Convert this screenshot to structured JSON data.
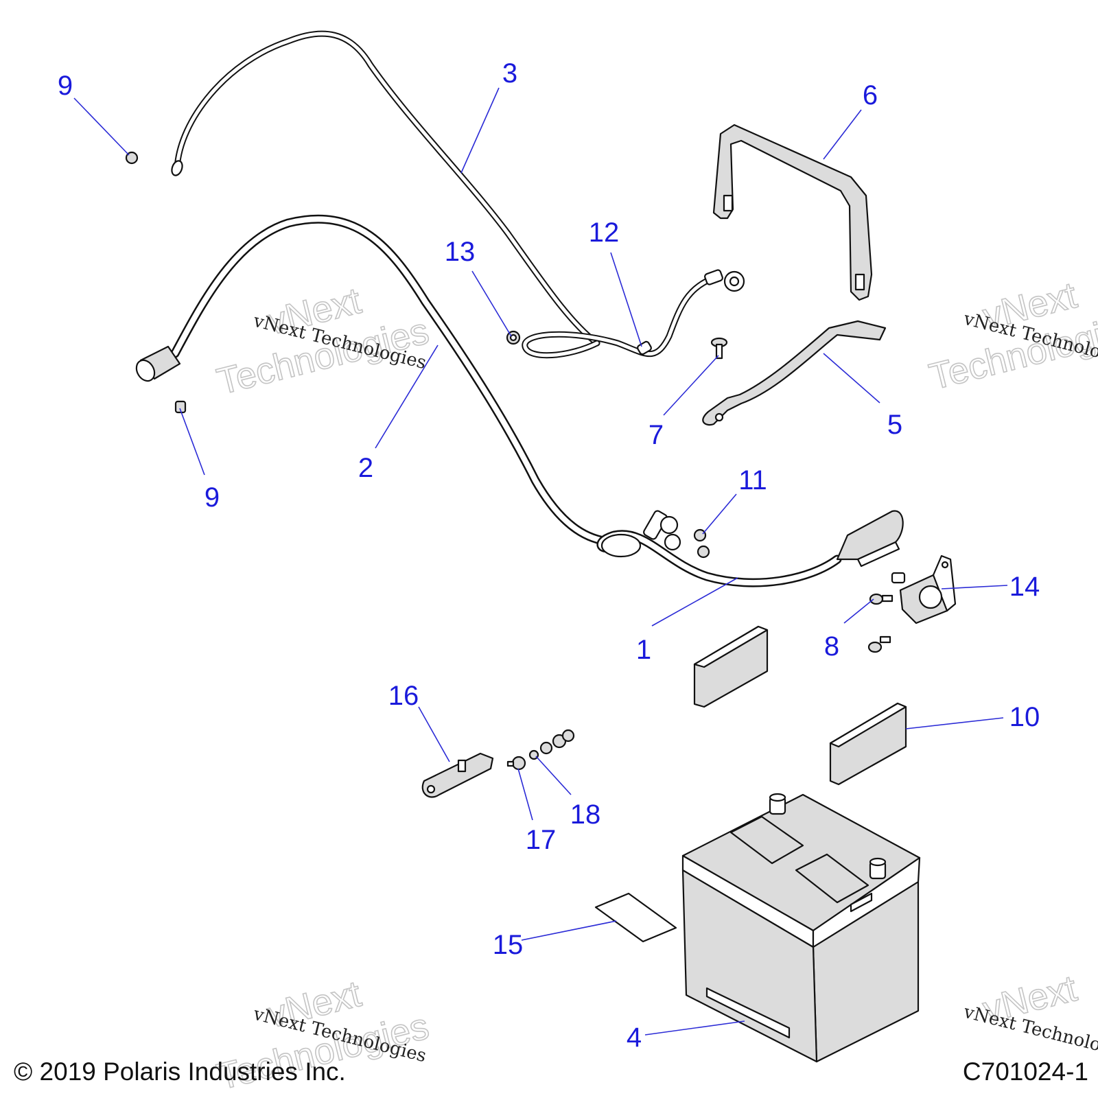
{
  "callouts": {
    "c1": "1",
    "c2": "2",
    "c3": "3",
    "c4": "4",
    "c5": "5",
    "c6": "6",
    "c7": "7",
    "c8": "8",
    "c9a": "9",
    "c9b": "9",
    "c10": "10",
    "c11": "11",
    "c12": "12",
    "c13": "13",
    "c14": "14",
    "c15": "15",
    "c16": "16",
    "c17": "17",
    "c18": "18"
  },
  "watermark": {
    "text": "vNext Technologies",
    "line1": "vNext",
    "line2": "Technologies"
  },
  "footer": {
    "copyright": "© 2019 Polaris Industries Inc.",
    "figure_id": "C701024-1"
  },
  "colors": {
    "callout": "#1a1adb",
    "leader": "#2b2bd6",
    "outline": "#111111",
    "part_fill": "#dcdcdc"
  }
}
